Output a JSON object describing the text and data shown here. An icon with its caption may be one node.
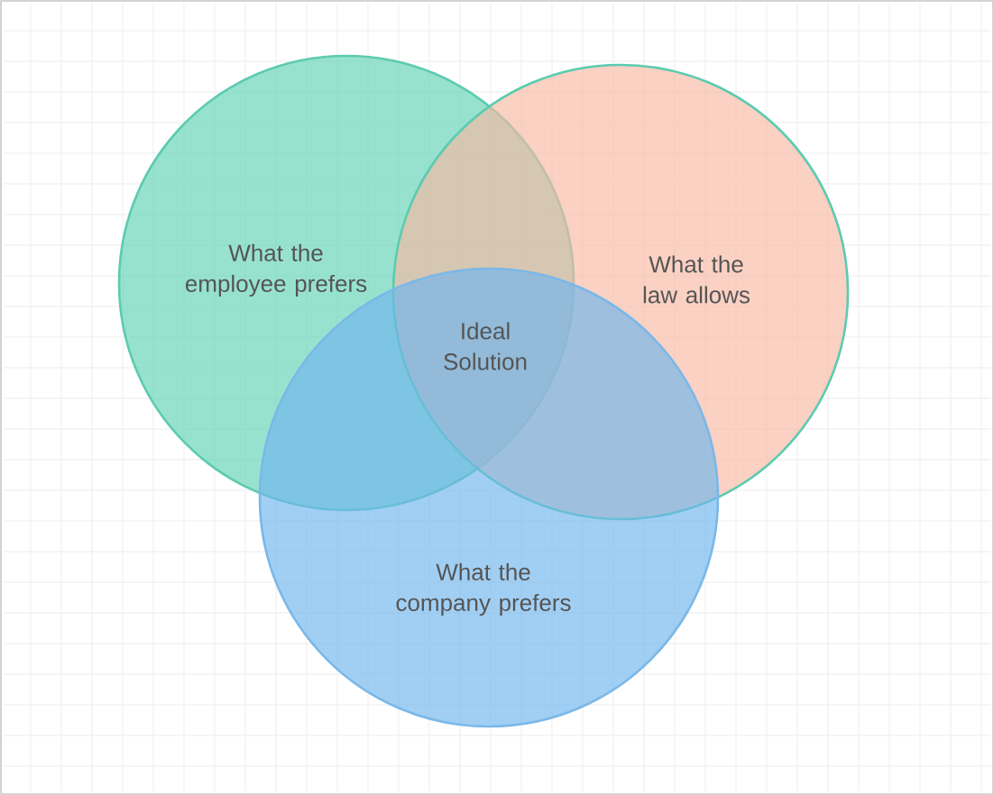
{
  "diagram": {
    "nodes": [
      {
        "text": [
          "What the employee prefers"
        ]
      },
      {
        "text": [
          "What the law allows"
        ]
      },
      {
        "text": [
          "What the company prefers"
        ]
      }
    ],
    "labels": [
      "Ideal Solution"
    ]
  }
}
